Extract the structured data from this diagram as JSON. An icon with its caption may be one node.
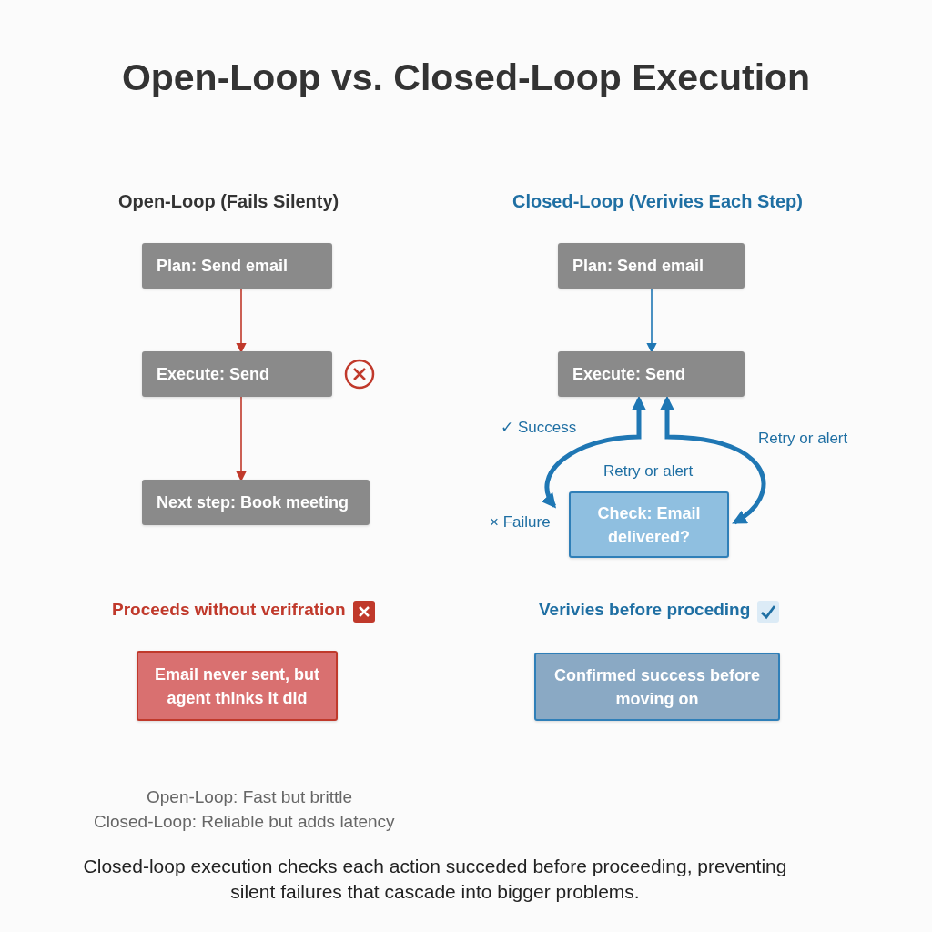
{
  "diagram": {
    "title": "Open-Loop vs. Closed-Loop Execution",
    "nodes": [
      {
        "text": [
          "Plan: Send email"
        ]
      },
      {
        "text": [
          "Execute: Send"
        ]
      },
      {
        "text": [
          "Next step: Book meeting"
        ]
      },
      {
        "text": [
          "Plan: Send email"
        ]
      },
      {
        "text": [
          "Execute: Send"
        ]
      },
      {
        "text": [
          "Check: Email delivered?"
        ]
      },
      {
        "text": [
          "Email never sent, but agent thinks it did"
        ]
      },
      {
        "text": [
          "Confirmed success before moving on"
        ]
      }
    ],
    "edges": [
      {
        "from": 0,
        "to": 1,
        "arrow": "to",
        "color": "#c0392b"
      },
      {
        "from": 1,
        "to": 2,
        "arrow": "to",
        "color": "#c0392b"
      },
      {
        "from": 3,
        "to": 4,
        "arrow": "to"
      },
      {
        "from": 4,
        "to": 5,
        "arrow": "both",
        "label": "✓ Success",
        "style": "thick"
      },
      {
        "from": 4,
        "to": 5,
        "arrow": "both",
        "label": "Retry or alert",
        "style": "thick"
      }
    ],
    "labels": [
      "Open-Loop (Fails Silenty)",
      "Closed-Loop (Verivies Each Step)",
      "Retry or alert",
      "× Failure",
      "Proceeds without verifration",
      "Verivies before proceding",
      "Open-Loop: Fast but brittle",
      "Closed-Loop: Reliable but adds latency"
    ],
    "caption": "Closed-loop execution checks each action succeded before proceeding, preventing silent failures that cascade into bigger problems."
  }
}
